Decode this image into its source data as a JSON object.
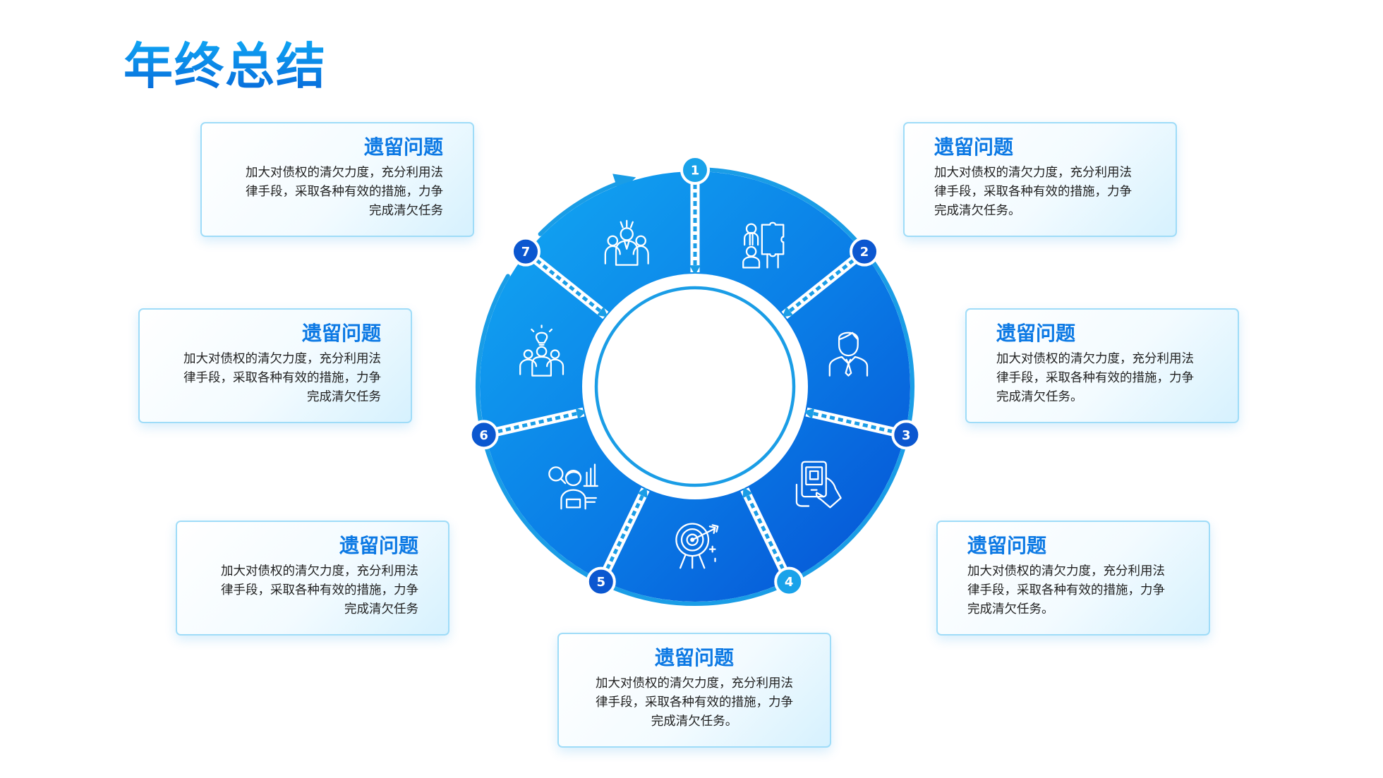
{
  "page": {
    "title": "年终总结"
  },
  "cards": [
    {
      "title": "遗留问题",
      "body": "加大对债权的清欠力度，充分利用法\n律手段，采取各种有效的措施，力争\n完成清欠任务"
    },
    {
      "title": "遗留问题",
      "body": "加大对债权的清欠力度，充分利用法\n律手段，采取各种有效的措施，力争\n完成清欠任务。"
    },
    {
      "title": "遗留问题",
      "body": "加大对债权的清欠力度，充分利用法\n律手段，采取各种有效的措施，力争\n完成清欠任务"
    },
    {
      "title": "遗留问题",
      "body": "加大对债权的清欠力度，充分利用法\n律手段，采取各种有效的措施，力争\n完成清欠任务。"
    },
    {
      "title": "遗留问题",
      "body": "加大对债权的清欠力度，充分利用法\n律手段，采取各种有效的措施，力争\n完成清欠任务"
    },
    {
      "title": "遗留问题",
      "body": "加大对债权的清欠力度，充分利用法\n律手段，采取各种有效的措施，力争\n完成清欠任务。"
    },
    {
      "title": "遗留问题",
      "body": "加大对债权的清欠力度，充分利用法\n律手段，采取各种有效的措施，力争\n完成清欠任务。"
    }
  ],
  "cycle": {
    "steps": [
      {
        "number": "1",
        "icon": "team-leader-icon"
      },
      {
        "number": "2",
        "icon": "teamwork-puzzle-icon"
      },
      {
        "number": "3",
        "icon": "businessman-icon"
      },
      {
        "number": "4",
        "icon": "tablet-hand-icon"
      },
      {
        "number": "5",
        "icon": "target-arrow-icon"
      },
      {
        "number": "6",
        "icon": "analyst-magnifier-icon"
      },
      {
        "number": "7",
        "icon": "group-idea-icon"
      }
    ],
    "colors": {
      "ring_light": "#13a9f2",
      "ring_dark": "#0654d6",
      "outer_track": "#1a9de6",
      "badge_dark": "#0b57d0",
      "badge_light": "#19a2ea"
    }
  }
}
